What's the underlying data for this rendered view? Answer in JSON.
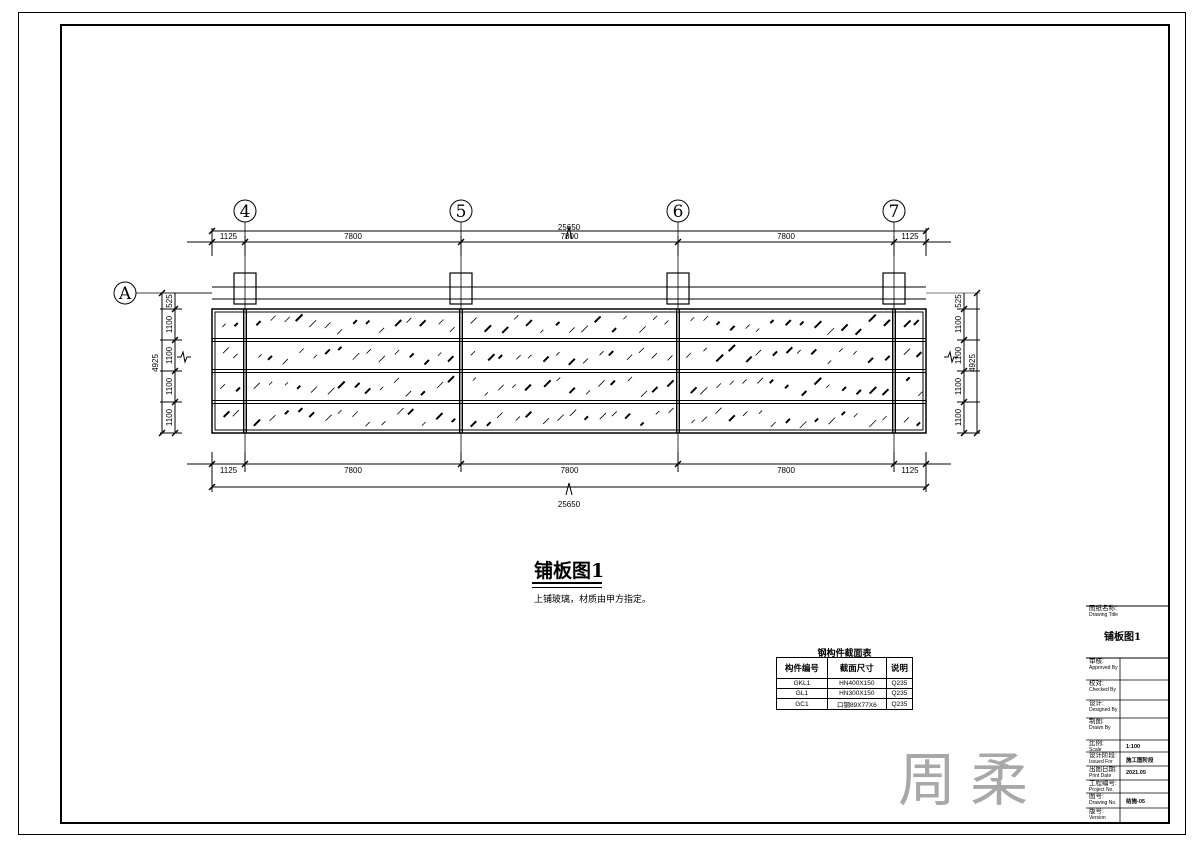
{
  "drawing": {
    "grid_axes": {
      "columns": [
        "4",
        "5",
        "6",
        "7"
      ],
      "rows": [
        "A"
      ]
    },
    "dimensions": {
      "overall": "25650",
      "segments": [
        "1125",
        "7800",
        "7800",
        "7800",
        "1125"
      ],
      "left_overall": "4925",
      "right_overall": "4925",
      "left_segments": [
        "525",
        "1100",
        "1100",
        "1100",
        "1100"
      ],
      "right_segments": [
        "525",
        "1100",
        "1100",
        "1100",
        "1100"
      ]
    },
    "title": "铺板图1",
    "note": "上铺玻璃，材质由甲方指定。"
  },
  "section_table": {
    "caption": "钢构件截面表",
    "headers": [
      "构件编号",
      "截面尺寸",
      "说明"
    ],
    "rows": [
      [
        "GKL1",
        "HN400X150",
        "Q235"
      ],
      [
        "GL1",
        "HN300X150",
        "Q235"
      ],
      [
        "GC1",
        "口钢89X77X6",
        "Q235"
      ]
    ]
  },
  "title_block": {
    "drawing_title_label_cn": "图纸名称:",
    "drawing_title_label_en": "Drawing Title",
    "drawing_title": "铺板图1",
    "rows": [
      {
        "cn": "审核:",
        "en": "Approved By",
        "value": ""
      },
      {
        "cn": "校对:",
        "en": "Checked By",
        "value": ""
      },
      {
        "cn": "设计:",
        "en": "Designed By",
        "value": ""
      },
      {
        "cn": "制图:",
        "en": "Drawn By",
        "value": ""
      },
      {
        "cn": "比例:",
        "en": "Scale",
        "value": "1:100"
      },
      {
        "cn": "设计阶段:",
        "en": "Issued For",
        "value": "施工图阶段"
      },
      {
        "cn": "出图日期:",
        "en": "Print Date",
        "value": "2021.05"
      },
      {
        "cn": "工程编号:",
        "en": "Project No.",
        "value": ""
      },
      {
        "cn": "图号:",
        "en": "Drawing No.",
        "value": "结施-05"
      },
      {
        "cn": "版号:",
        "en": "Version",
        "value": ""
      }
    ]
  },
  "watermark": "周柔"
}
